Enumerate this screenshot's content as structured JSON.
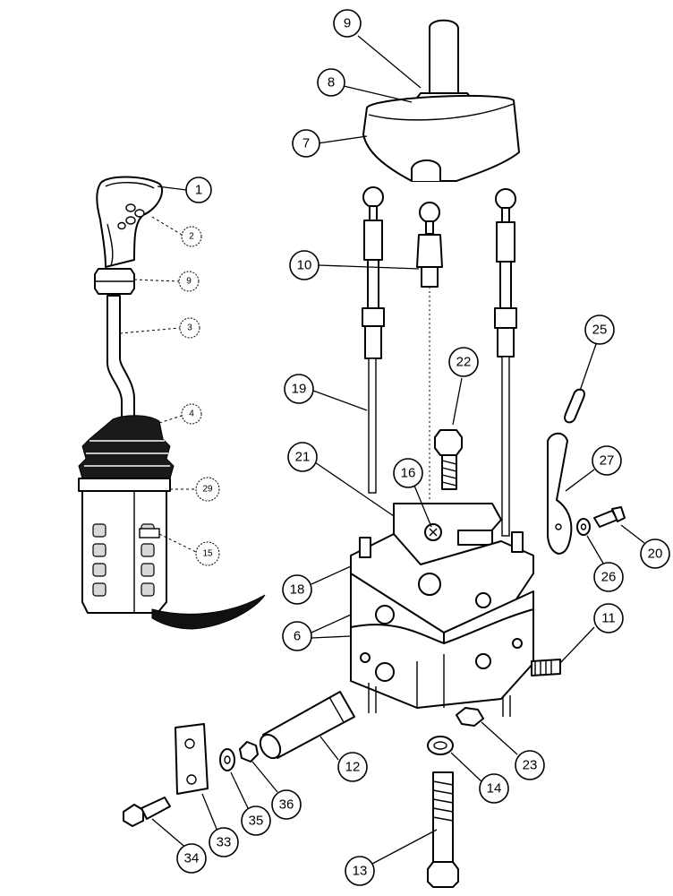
{
  "callouts": {
    "c1": "1",
    "c2": "2",
    "c3": "3",
    "c4": "4",
    "c9a": "9",
    "c29": "29",
    "c15": "15",
    "c9": "9",
    "c8": "8",
    "c7": "7",
    "c10": "10",
    "c19": "19",
    "c22": "22",
    "c25": "25",
    "c21": "21",
    "c16": "16",
    "c27": "27",
    "c20": "20",
    "c26": "26",
    "c18": "18",
    "c6": "6",
    "c11": "11",
    "c12": "12",
    "c23": "23",
    "c14": "14",
    "c36": "36",
    "c35": "35",
    "c33": "33",
    "c34": "34",
    "c13": "13"
  }
}
